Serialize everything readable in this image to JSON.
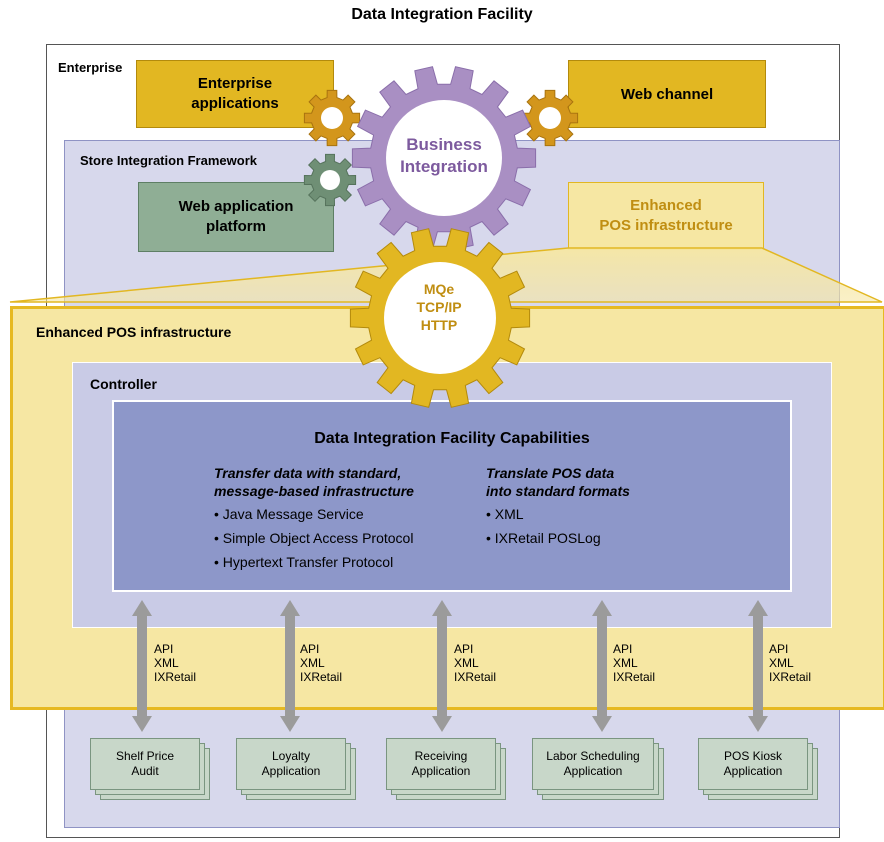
{
  "title": "Data Integration Facility",
  "enterprise": {
    "label": "Enterprise",
    "apps_label": "Enterprise\napplications",
    "web_channel": "Web channel"
  },
  "business_integration": "Business\nIntegration",
  "sif": {
    "label": "Store Integration Framework",
    "web_platform": "Web application\nplatform",
    "epos_small": "Enhanced\nPOS infrastructure"
  },
  "protocols_gear": "MQe\nTCP/IP\nHTTP",
  "epos": {
    "label": "Enhanced POS infrastructure",
    "controller_label": "Controller"
  },
  "capabilities": {
    "title": "Data Integration Facility Capabilities",
    "left_head": "Transfer data with standard,\nmessage-based infrastructure",
    "left_items": [
      "• Java Message Service",
      "• Simple Object Access Protocol",
      "• Hypertext Transfer Protocol"
    ],
    "right_head": "Translate POS data\ninto standard formats",
    "right_items": [
      "• XML",
      "• IXRetail POSLog"
    ]
  },
  "connector_text": "API\nXML\nIXRetail",
  "applications": [
    "Shelf Price\nAudit",
    "Loyalty\nApplication",
    "Receiving\nApplication",
    "Labor Scheduling\nApplication",
    "POS Kiosk\nApplication"
  ],
  "colors": {
    "gold": "#e2b722",
    "purple_gear": "#a98fc3",
    "green": "#8fae95",
    "lavender": "#d7d8ec",
    "capabilities": "#8d97c9",
    "arrow": "#9b9b9b"
  }
}
